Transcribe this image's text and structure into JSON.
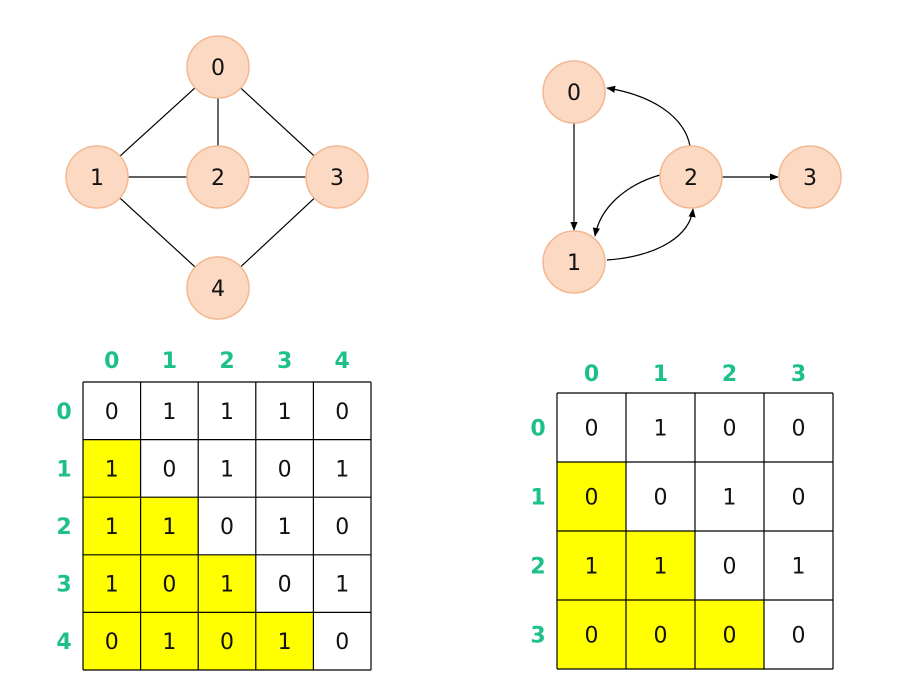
{
  "colors": {
    "node_fill": "#fcd9c3",
    "node_stroke": "#f3b892",
    "header": "#1dbf8a",
    "highlight": "#ffff00",
    "grid": "#000000"
  },
  "undirected_graph": {
    "nodes": [
      "0",
      "1",
      "2",
      "3",
      "4"
    ],
    "edges": [
      [
        "0",
        "1"
      ],
      [
        "0",
        "2"
      ],
      [
        "0",
        "3"
      ],
      [
        "1",
        "2"
      ],
      [
        "2",
        "3"
      ],
      [
        "1",
        "4"
      ],
      [
        "3",
        "4"
      ]
    ]
  },
  "directed_graph": {
    "nodes": [
      "0",
      "1",
      "2",
      "3"
    ],
    "edges": [
      [
        "0",
        "1"
      ],
      [
        "1",
        "2"
      ],
      [
        "2",
        "1"
      ],
      [
        "2",
        "0"
      ],
      [
        "2",
        "3"
      ]
    ]
  },
  "undirected_matrix": {
    "col_headers": [
      "0",
      "1",
      "2",
      "3",
      "4"
    ],
    "row_headers": [
      "0",
      "1",
      "2",
      "3",
      "4"
    ],
    "rows": [
      [
        "0",
        "1",
        "1",
        "1",
        "0"
      ],
      [
        "1",
        "0",
        "1",
        "0",
        "1"
      ],
      [
        "1",
        "1",
        "0",
        "1",
        "0"
      ],
      [
        "1",
        "0",
        "1",
        "0",
        "1"
      ],
      [
        "0",
        "1",
        "0",
        "1",
        "0"
      ]
    ],
    "highlight": "lower-triangle"
  },
  "directed_matrix": {
    "col_headers": [
      "0",
      "1",
      "2",
      "3"
    ],
    "row_headers": [
      "0",
      "1",
      "2",
      "3"
    ],
    "rows": [
      [
        "0",
        "1",
        "0",
        "0"
      ],
      [
        "0",
        "0",
        "1",
        "0"
      ],
      [
        "1",
        "1",
        "0",
        "1"
      ],
      [
        "0",
        "0",
        "0",
        "0"
      ]
    ],
    "highlight": "lower-triangle"
  }
}
